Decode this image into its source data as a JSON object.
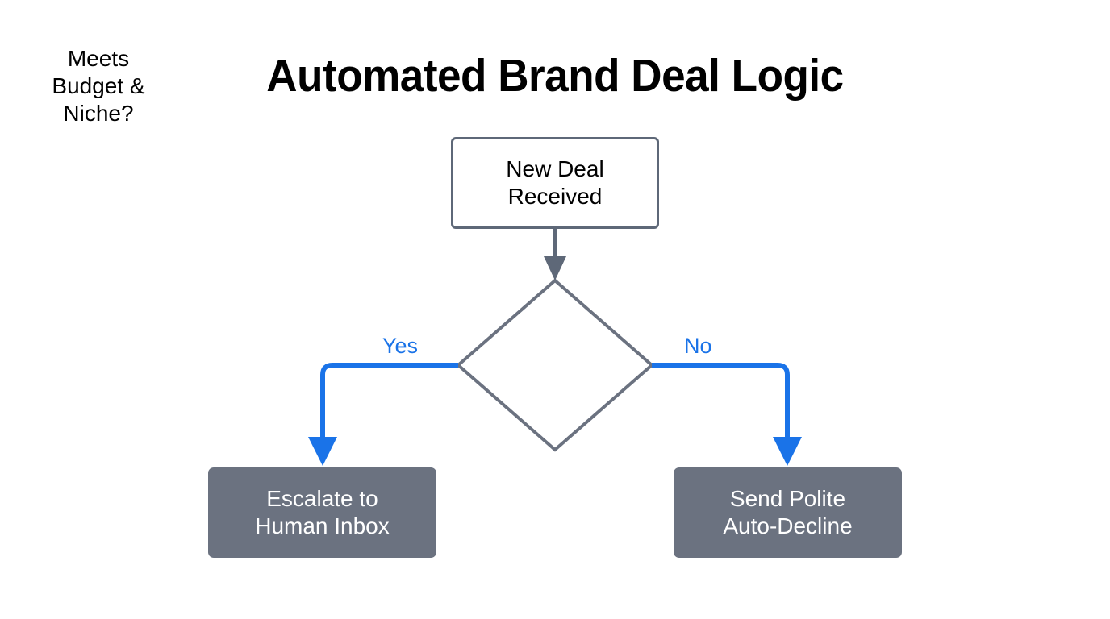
{
  "diagram": {
    "title": "Automated Brand Deal Logic",
    "type": "flowchart",
    "colors": {
      "background": "#ffffff",
      "title_text": "#000000",
      "start_node_border": "#5e6878",
      "start_node_fill": "#ffffff",
      "decision_node_border": "#6b7280",
      "decision_node_fill": "#ffffff",
      "process_node_fill": "#6b7280",
      "process_node_text": "#ffffff",
      "connector_grey": "#5e6878",
      "connector_blue": "#1a73e8",
      "edge_label_blue": "#1a73e8"
    },
    "nodes": [
      {
        "id": "new-deal-received",
        "shape": "rounded-rectangle",
        "label": "New Deal\nReceived"
      },
      {
        "id": "meets-budget-niche",
        "shape": "diamond",
        "label": "Meets\nBudget &\nNiche?"
      },
      {
        "id": "escalate-to-human-inbox",
        "shape": "rounded-rectangle-filled",
        "label": "Escalate to\nHuman Inbox"
      },
      {
        "id": "send-polite-auto-decline",
        "shape": "rounded-rectangle-filled",
        "label": "Send Polite\nAuto-Decline"
      }
    ],
    "edges": [
      {
        "id": "edge-start-to-decision",
        "from": "new-deal-received",
        "to": "meets-budget-niche",
        "label": "",
        "color": "#5e6878",
        "arrow": true
      },
      {
        "id": "edge-decision-yes",
        "from": "meets-budget-niche",
        "to": "escalate-to-human-inbox",
        "label": "Yes",
        "color": "#1a73e8",
        "arrow": true
      },
      {
        "id": "edge-decision-no",
        "from": "meets-budget-niche",
        "to": "send-polite-auto-decline",
        "label": "No",
        "color": "#1a73e8",
        "arrow": true
      }
    ]
  }
}
